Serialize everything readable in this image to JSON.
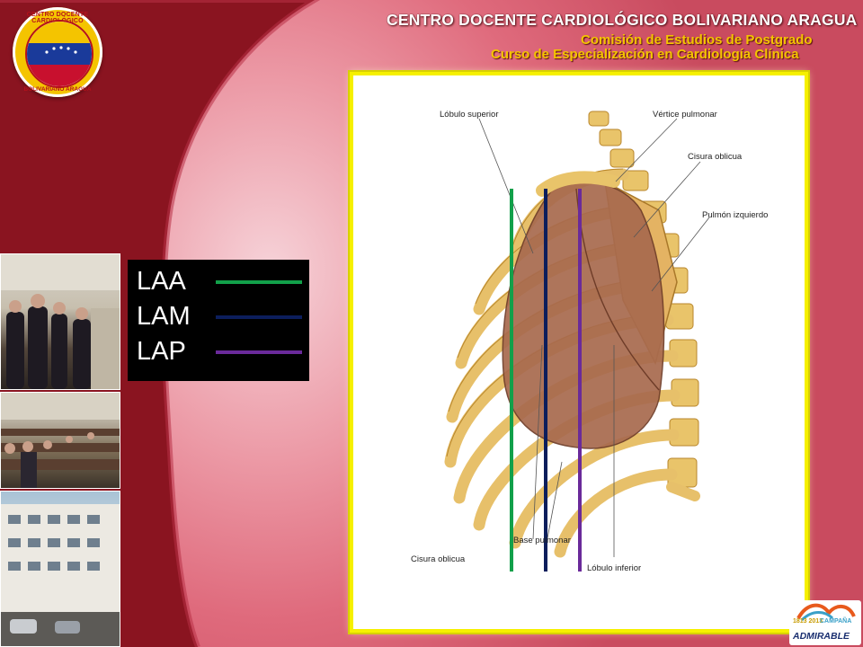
{
  "header": {
    "institution": "CENTRO DOCENTE CARDIOLÓGICO BOLIVARIANO ARAGUA",
    "commission": "Comisión de Estudios de Postgrado",
    "course": "Curso de Especialización en Cardiología Clínica"
  },
  "logo": {
    "top_text": "CENTRO DOCENTE CARDIOLÓGICO",
    "bottom_text": "BOLIVARIANO ARAGUA"
  },
  "legend": {
    "items": [
      {
        "label": "LAA",
        "color": "#12a04a"
      },
      {
        "label": "LAM",
        "color": "#0c1e5c"
      },
      {
        "label": "LAP",
        "color": "#6a2a9a"
      }
    ]
  },
  "anatomy_labels": {
    "lobulo_superior": "Lóbulo superior",
    "vertice_pulmonar": "Vértice pulmonar",
    "cisura_oblicua_top": "Cisura oblicua",
    "pulmon_izquierdo": "Pulmón izquierdo",
    "base_pulmonar": "Base pulmonar",
    "cisura_oblicua_bottom": "Cisura oblicua",
    "lobulo_inferior": "Lóbulo inferior"
  },
  "badge": {
    "years": "1813 2013",
    "campaign": "CAMPAÑA",
    "name": "ADMIRABLE"
  },
  "colors": {
    "header_yellow": "#f4c400",
    "frame_yellow": "#f6f000",
    "dark_red": "#8a1420"
  }
}
